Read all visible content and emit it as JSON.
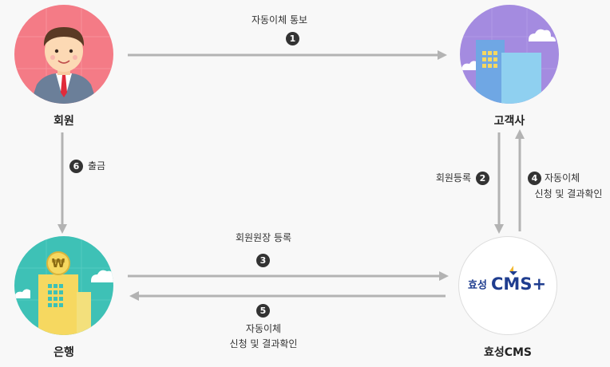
{
  "nodes": {
    "member": "회원",
    "customer": "고객사",
    "bank": "은행",
    "cms": "효성CMS"
  },
  "logo": {
    "brand": "효성",
    "product": "CMS+"
  },
  "bank_icon_symbol": "₩",
  "steps": [
    {
      "num": "1",
      "label": "자동이체 통보"
    },
    {
      "num": "2",
      "label": "회원등록"
    },
    {
      "num": "3",
      "label": "회원원장 등록"
    },
    {
      "num": "4",
      "label_line1": "자동이체",
      "label_line2": "신청 및 결과확인"
    },
    {
      "num": "5",
      "label_line1": "자동이체",
      "label_line2": "신청 및 결과확인"
    },
    {
      "num": "6",
      "label": "출금"
    }
  ],
  "colors": {
    "member_bg": "#f47b86",
    "customer_bg": "#a48be0",
    "bank_bg": "#3ec1b6",
    "arrow": "#b3b3b3",
    "logo_blue": "#1f3d8f",
    "logo_yellow": "#f2b830"
  }
}
